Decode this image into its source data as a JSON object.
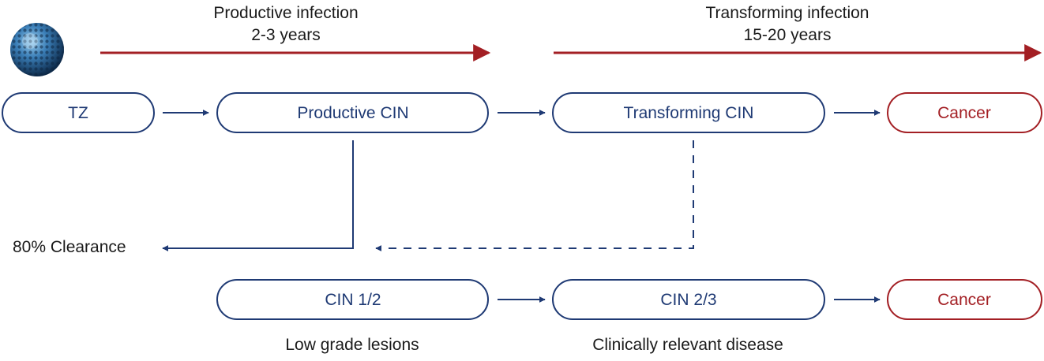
{
  "header": {
    "productive": {
      "title": "Productive infection",
      "duration": "2-3 years"
    },
    "transforming": {
      "title": "Transforming infection",
      "duration": "15-20 years"
    }
  },
  "icons": {
    "virus": "virus-particle-icon"
  },
  "top_row": {
    "tz": "TZ",
    "productive_cin": "Productive CIN",
    "transforming_cin": "Transforming CIN",
    "cancer": "Cancer"
  },
  "clearance": "80% Clearance",
  "bottom_row": {
    "cin12": "CIN 1/2",
    "cin23": "CIN 2/3",
    "cancer": "Cancer"
  },
  "captions": {
    "low_grade": "Low grade lesions",
    "clinically_relevant": "Clinically relevant disease"
  },
  "colors": {
    "navy": "#1f3a74",
    "dark_red": "#a31f24",
    "text": "#1a1a1a"
  }
}
